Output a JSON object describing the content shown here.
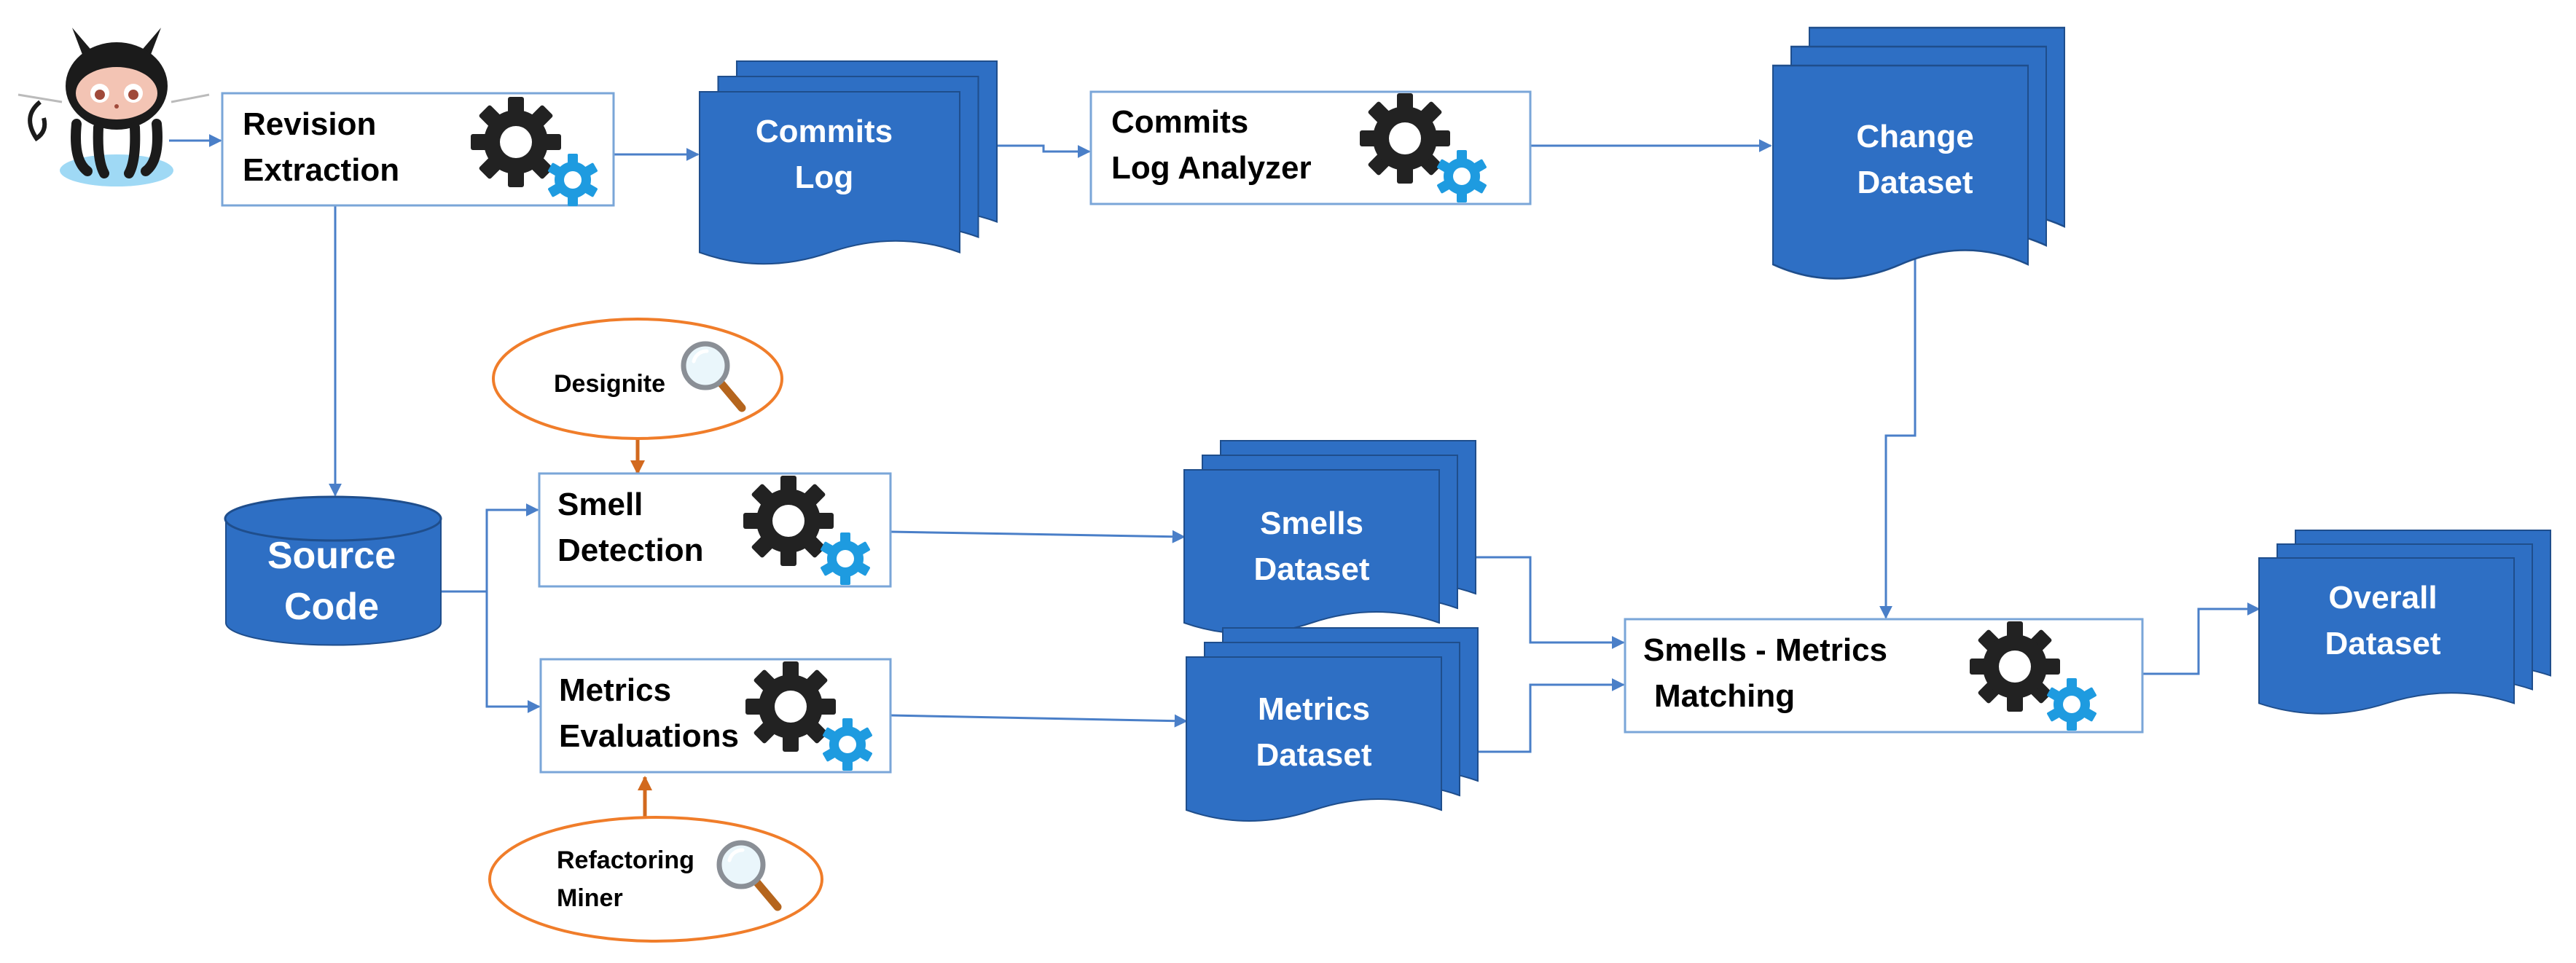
{
  "colors": {
    "doc_fill": "#2e6fc4",
    "doc_stroke": "#1f4e8c",
    "box_border": "#7aa6d8",
    "connector": "#4a7fc8",
    "tool_ellipse": "#f07d2a",
    "gear_dark": "#222222",
    "gear_blue": "#1e9be0",
    "octocat_body": "#1b1b1b",
    "octocat_water": "#9fd9f5"
  },
  "icons": [
    "octocat-icon",
    "gear-icon",
    "magnifier-icon"
  ],
  "nodes": {
    "revision_extraction": {
      "line1": "Revision",
      "line2": "Extraction"
    },
    "commits_log": {
      "line1": "Commits",
      "line2": "Log"
    },
    "log_analyzer": {
      "line1": "Commits",
      "line2": "Log Analyzer"
    },
    "change_dataset": {
      "line1": "Change",
      "line2": "Dataset"
    },
    "source_code": {
      "line1": "Source",
      "line2": "Code"
    },
    "smell_detection": {
      "line1": "Smell",
      "line2": "Detection"
    },
    "metrics_evaluations": {
      "line1": "Metrics",
      "line2": "Evaluations"
    },
    "smells_dataset": {
      "line1": "Smells",
      "line2": "Dataset"
    },
    "metrics_dataset": {
      "line1": "Metrics",
      "line2": "Dataset"
    },
    "matching": {
      "line1": "Smells - Metrics",
      "line2": "Matching"
    },
    "overall_dataset": {
      "line1": "Overall",
      "line2": "Dataset"
    }
  },
  "tools": {
    "designite": {
      "label": "Designite"
    },
    "refactoring_miner": {
      "line1": "Refactoring",
      "line2": "Miner"
    }
  }
}
